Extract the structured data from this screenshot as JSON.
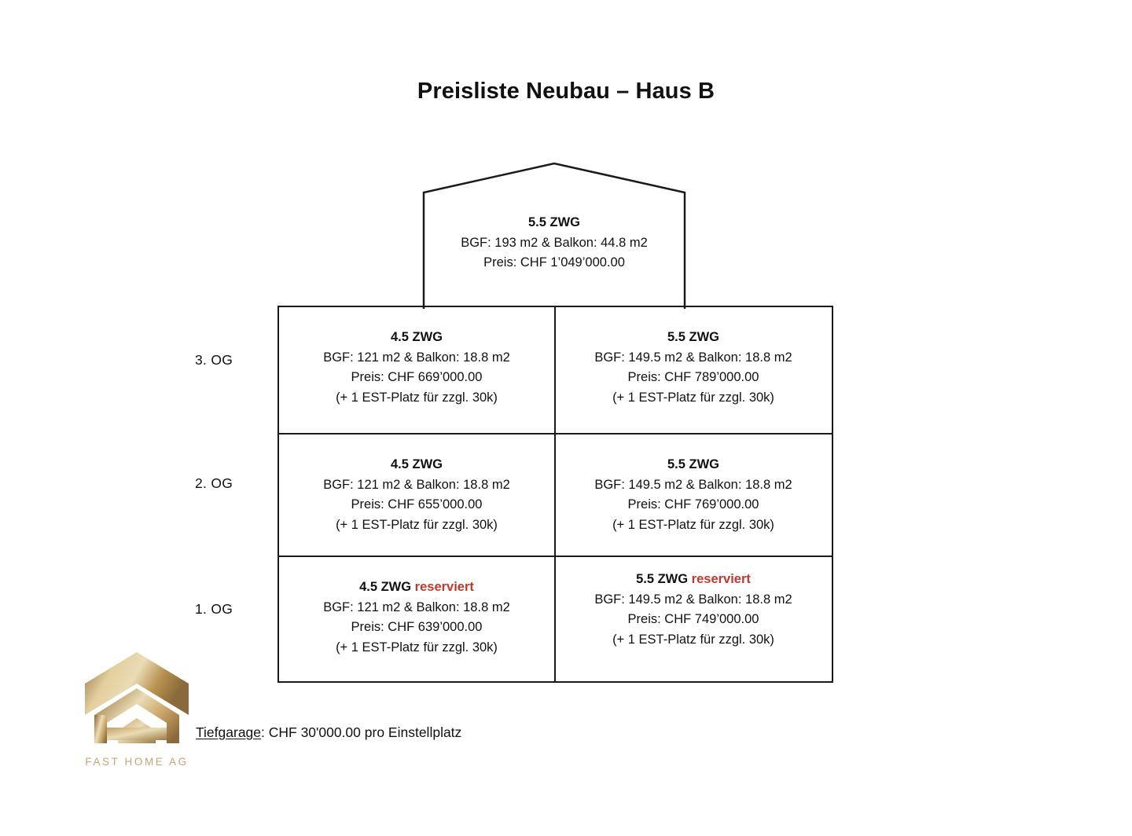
{
  "document": {
    "title": "Preisliste Neubau – Haus B"
  },
  "attic": {
    "unit": "5.5 ZWG",
    "area": "BGF: 193 m2 & Balkon: 44.8 m2",
    "price": "Preis: CHF 1’049’000.00"
  },
  "floors": [
    {
      "label": "3. OG",
      "units": [
        {
          "unit": "4.5 ZWG",
          "reserved_label": "",
          "area": "BGF: 121 m2 & Balkon: 18.8 m2",
          "price": "Preis: CHF 669’000.00",
          "parking": "(+ 1 EST-Platz für zzgl. 30k)"
        },
        {
          "unit": "5.5 ZWG",
          "reserved_label": "",
          "area": "BGF: 149.5 m2 & Balkon: 18.8 m2",
          "price": "Preis: CHF 789’000.00",
          "parking": "(+ 1 EST-Platz für zzgl. 30k)"
        }
      ]
    },
    {
      "label": "2. OG",
      "units": [
        {
          "unit": "4.5 ZWG",
          "reserved_label": "",
          "area": "BGF: 121 m2 & Balkon: 18.8 m2",
          "price": "Preis: CHF 655’000.00",
          "parking": "(+ 1 EST-Platz für zzgl. 30k)"
        },
        {
          "unit": "5.5 ZWG",
          "reserved_label": "",
          "area": "BGF: 149.5 m2 & Balkon: 18.8 m2",
          "price": "Preis: CHF 769’000.00",
          "parking": "(+ 1 EST-Platz für zzgl. 30k)"
        }
      ]
    },
    {
      "label": "1. OG",
      "units": [
        {
          "unit": "4.5 ZWG ",
          "reserved_label": "reserviert",
          "area": "BGF: 121 m2 & Balkon: 18.8 m2",
          "price": "Preis: CHF 639’000.00",
          "parking": "(+ 1 EST-Platz für zzgl. 30k)"
        },
        {
          "unit": "5.5 ZWG ",
          "reserved_label": "reserviert",
          "area": "BGF: 149.5 m2 & Balkon: 18.8 m2",
          "price": "Preis: CHF 749’000.00",
          "parking": "(+ 1 EST-Platz für zzgl. 30k)"
        }
      ]
    }
  ],
  "footnote": {
    "underlined": "Tiefgarage",
    "rest": ": CHF 30'000.00 pro Einstellplatz"
  },
  "logo": {
    "wordmark": "FAST HOME AG"
  },
  "colors": {
    "reserved_red": "#c0392b",
    "outline": "#1a1a1a",
    "logo_gold_dark": "#8a6a3c",
    "logo_gold_light": "#eadcb6",
    "logo_gold_mid": "#c9a567"
  }
}
